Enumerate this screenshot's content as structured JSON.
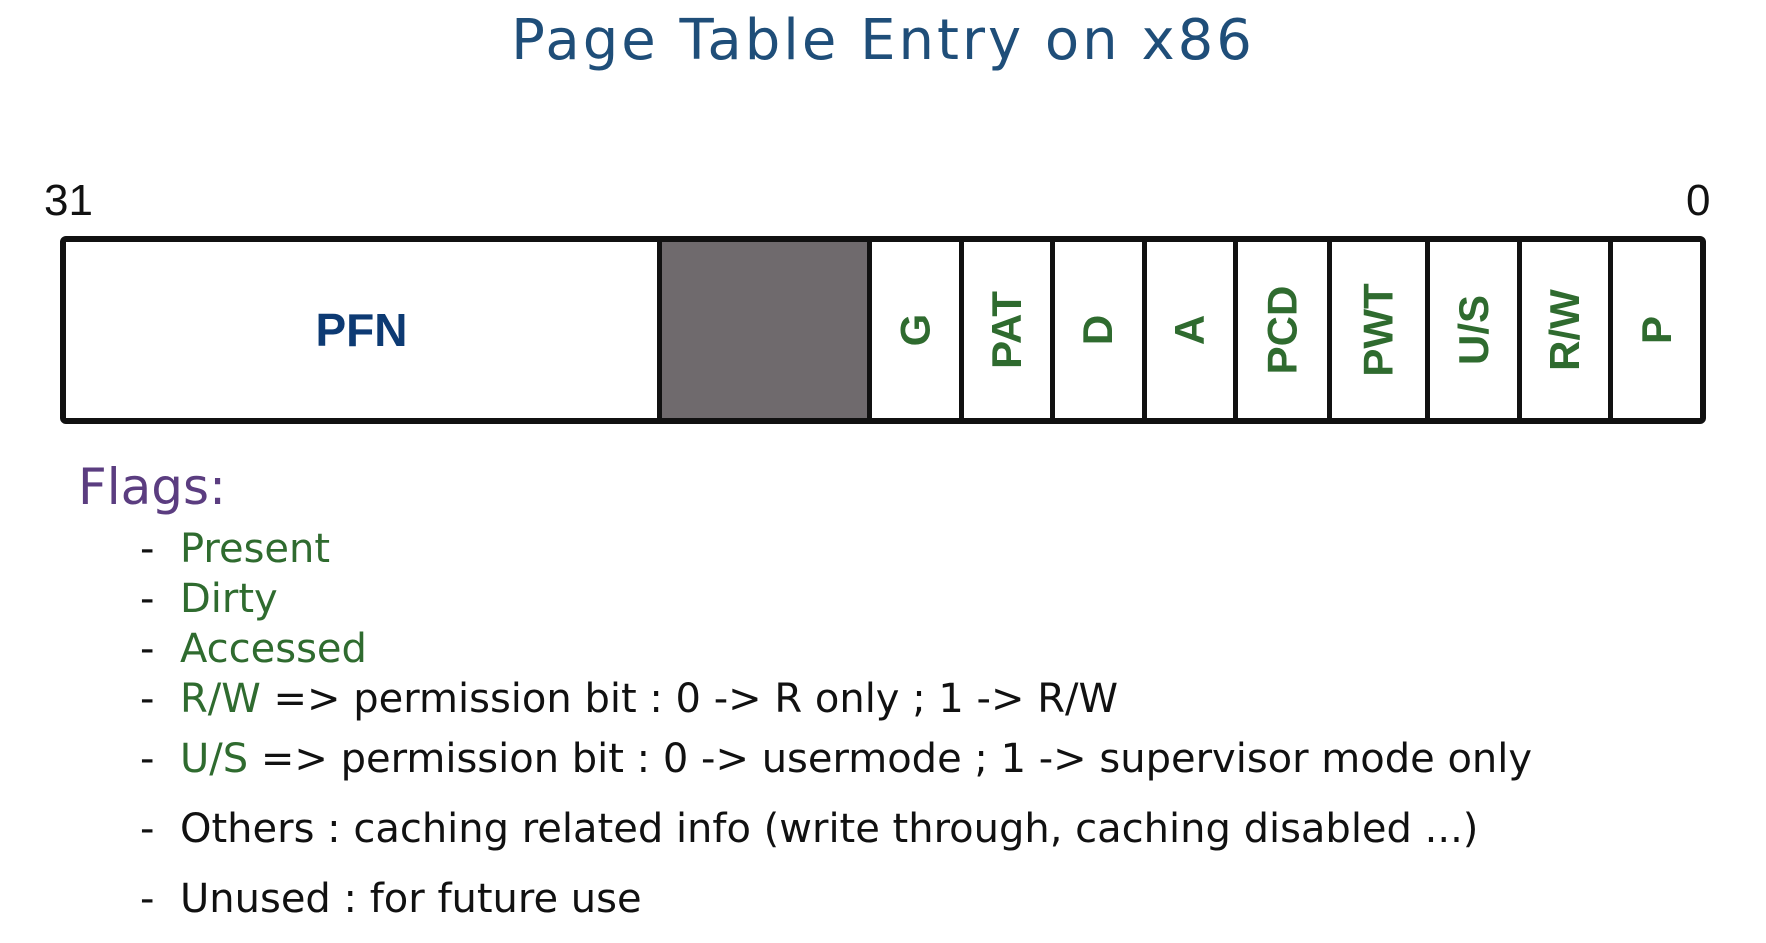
{
  "title": "Page Table Entry on x86",
  "bits": {
    "high": "31",
    "low": "0"
  },
  "entry": {
    "pfn_label": "PFN",
    "flags": [
      "G",
      "PAT",
      "D",
      "A",
      "PCD",
      "PWT",
      "U/S",
      "R/W",
      "P"
    ]
  },
  "colors": {
    "title": "#1f4e79",
    "pfn": "#0d3a73",
    "flag_text": "#2f6b2f",
    "unused_fill": "#6f6a6d",
    "heading": "#5b3d80"
  },
  "notes": {
    "heading": "Flags:",
    "items": [
      {
        "name": "Present",
        "desc": ""
      },
      {
        "name": "Dirty",
        "desc": ""
      },
      {
        "name": "Accessed",
        "desc": ""
      },
      {
        "name": "R/W",
        "desc": " => permission bit : 0 -> R only ; 1 -> R/W"
      },
      {
        "name": "U/S",
        "desc": " => permission bit : 0 -> usermode ; 1 -> supervisor mode only"
      },
      {
        "name": "",
        "desc": "Others : caching related info (write through, caching disabled ...)"
      },
      {
        "name": "",
        "desc": "Unused : for future use"
      }
    ]
  }
}
